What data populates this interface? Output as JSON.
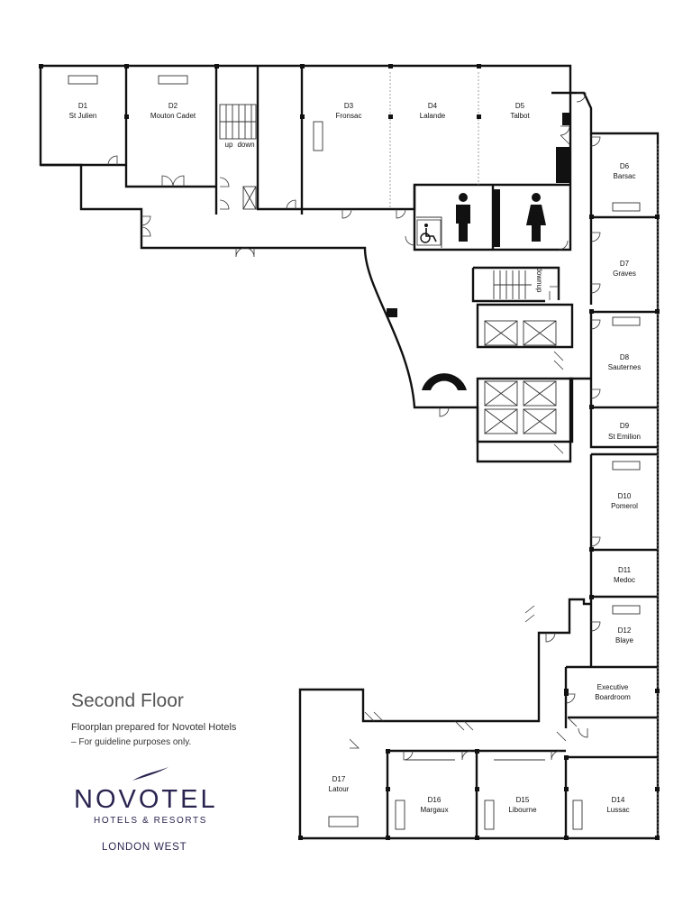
{
  "rooms": {
    "d1": {
      "id": "D1",
      "name": "St Julien"
    },
    "d2": {
      "id": "D2",
      "name": "Mouton Cadet"
    },
    "d3": {
      "id": "D3",
      "name": "Fronsac"
    },
    "d4": {
      "id": "D4",
      "name": "Lalande"
    },
    "d5": {
      "id": "D5",
      "name": "Talbot"
    },
    "d6": {
      "id": "D6",
      "name": "Barsac"
    },
    "d7": {
      "id": "D7",
      "name": "Graves"
    },
    "d8": {
      "id": "D8",
      "name": "Sauternes"
    },
    "d9": {
      "id": "D9",
      "name": "St Emilion"
    },
    "d10": {
      "id": "D10",
      "name": "Pomerol"
    },
    "d11": {
      "id": "D11",
      "name": "Medoc"
    },
    "d12": {
      "id": "D12",
      "name": "Blaye"
    },
    "boardroom": {
      "line1": "Executive",
      "line2": "Boardroom"
    },
    "d14": {
      "id": "D14",
      "name": "Lussac"
    },
    "d15": {
      "id": "D15",
      "name": "Libourne"
    },
    "d16": {
      "id": "D16",
      "name": "Margaux"
    },
    "d17": {
      "id": "D17",
      "name": "Latour"
    }
  },
  "stairs": {
    "up": "up",
    "down": "down"
  },
  "stairs2": {
    "down": "down",
    "up": "up"
  },
  "legend": {
    "title": "Second Floor",
    "line1": "Floorplan prepared for Novotel Hotels",
    "line2": "– For guideline purposes only."
  },
  "brand": {
    "name": "NOVOTEL",
    "tagline": "HOTELS & RESORTS",
    "location": "LONDON WEST",
    "color": "#2a2550"
  },
  "icons": [
    "male-toilet-icon",
    "female-toilet-icon",
    "wheelchair-accessible-icon",
    "elevator-icon",
    "door-swing-icon",
    "revolving-door-icon"
  ]
}
